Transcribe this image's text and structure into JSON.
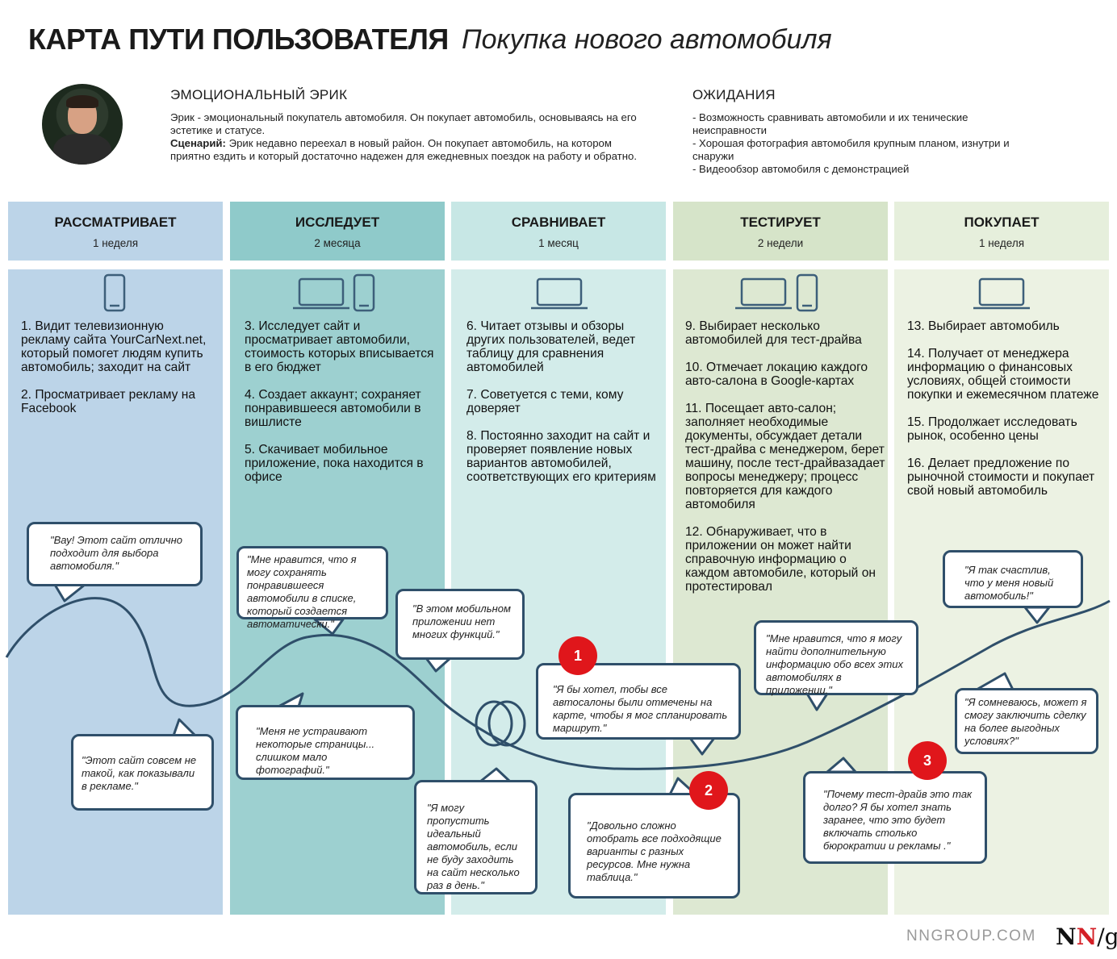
{
  "header": {
    "title": "КАРТА ПУТИ ПОЛЬЗОВАТЕЛЯ",
    "subtitle": "Покупка нового автомобиля"
  },
  "persona": {
    "name": "ЭМОЦИОНАЛЬНЫЙ ЭРИК",
    "description": "Эрик - эмоциональный покупатель автомобиля. Он покупает автомобиль, основываясь на его эстетике и статусе.",
    "scenario_label": "Сценарий:",
    "scenario": "Эрик недавно переехал в новый район. Он покупает автомобиль, на котором приятно ездить и который достаточно надежен для ежедневных поездок на работу и обратно."
  },
  "expectations": {
    "title": "ОЖИДАНИЯ",
    "items": [
      "- Возможность сравнивать автомобили и их тенические неисправности",
      "- Хорошая фотография автомобиля крупным планом, изнутри и снаружи",
      "- Видеообзор автомобиля с демонстрацией"
    ]
  },
  "stages": [
    {
      "name": "РАССМАТРИВАЕТ",
      "duration": "1 неделя",
      "color": "#bcd4e8",
      "head_color": "#bcd4e8",
      "devices": [
        "phone-icon"
      ],
      "actions": [
        "1. Видит телевизионную рекламу сайта YourCarNext.net, который помогет людям купить автомобиль; заходит на сайт",
        "2. Просматривает рекламу на Facebook"
      ]
    },
    {
      "name": "ИССЛЕДУЕТ",
      "duration": "2 месяца",
      "color": "#9dd0d0",
      "head_color": "#8fcaca",
      "devices": [
        "laptop-icon",
        "phone-icon"
      ],
      "actions": [
        "3. Исследует сайт и просматривает автомобили, стоимость которых вписывается в его бюджет",
        "4. Создает аккаунт; сохраняет понравившееся автомобили в вишлисте",
        "5. Скачивает мобильное приложение, пока находится в офисе"
      ]
    },
    {
      "name": "СРАВНИВАЕТ",
      "duration": "1 месяц",
      "color": "#d3ecea",
      "head_color": "#c7e7e5",
      "devices": [
        "laptop-icon"
      ],
      "actions": [
        "6. Читает отзывы и обзоры других пользователей, ведет таблицу для сравнения автомобилей",
        "7. Советуется с теми, кому доверяет",
        "8. Постоянно заходит на сайт и проверяет появление новых вариантов автомобилей, соответствующих его критериям"
      ]
    },
    {
      "name": "ТЕСТИРУЕТ",
      "duration": "2 недели",
      "color": "#dde8d2",
      "head_color": "#d6e4c9",
      "devices": [
        "laptop-icon",
        "phone-icon"
      ],
      "actions": [
        "9. Выбирает несколько автомобилей для тест-драйва",
        "10. Отмечает локацию каждого авто-салона в Google-картах",
        "11. Посещает авто-салон; заполняет необходимые документы, обсуждает детали тест-драйва с менеджером, берет машину, после тест-драйвазадает вопросы менеджеру; процесс повторяется для каждого автомобиля",
        "12. Обнаруживает, что в приложении он может найти справочную информацию о каждом автомобиле, который он протестировал"
      ]
    },
    {
      "name": "ПОКУПАЕТ",
      "duration": "1 неделя",
      "color": "#ecf2e3",
      "head_color": "#e6efdc",
      "devices": [
        "laptop-icon"
      ],
      "actions": [
        "13. Выбирает автомобиль",
        "14. Получает от менеджера информацию о финансовых условиях, общей стоимости покупки и ежемесячном платеже",
        "15. Продолжает исследовать рынок, особенно цены",
        "16. Делает предложение по рыночной стоимости и покупает свой новый автомобиль"
      ]
    }
  ],
  "quotes": [
    {
      "text": "\"Вау! Этот сайт отлично подходит для выбора автомобиля.\""
    },
    {
      "text": "\"Этот сайт совсем не такой, как показывали в рекламе.\""
    },
    {
      "text": "\"Мне нравится, что я могу сохранять понравившееся автомобили в списке, который создается автоматически.\""
    },
    {
      "text": "\"Меня не устраивают некоторые страницы... слишком мало фотографий.\""
    },
    {
      "text": "\"В этом мобильном приложении нет многих функций.\""
    },
    {
      "text": "\"Я могу пропустить идеальный автомобиль, если не буду заходить на сайт несколько раз в день.\""
    },
    {
      "text": "\"Я бы хотел, тобы все автосалоны были отмечены на карте, чтобы я мог спланировать маршрут.\""
    },
    {
      "text": "\"Довольно сложно отобрать все подходящие варианты с разных ресурсов. Мне нужна таблица.\""
    },
    {
      "text": "\"Мне нравится, что я могу найти дополнительную информацию обо всех этих автомобилях в приложении.\""
    },
    {
      "text": "\"Почему тест-драйв это так долго? Я бы хотел знать заранее, что это будет включать столько бюрократии и рекламы .\""
    },
    {
      "text": "\"Я так счастлив, что у меня новый автомобиль!\""
    },
    {
      "text": "\"Я сомневаюсь, может я смогу заключить сделку на более выгодных условиях?\""
    }
  ],
  "badges": [
    "1",
    "2",
    "3"
  ],
  "footer": {
    "site": "NNGROUP.COM",
    "logo_n1": "N",
    "logo_n2": "N",
    "logo_g": "/g"
  },
  "colors": {
    "curve": "#2f4f6a",
    "badge": "#e0161b",
    "icon": "#3d5f7a"
  }
}
